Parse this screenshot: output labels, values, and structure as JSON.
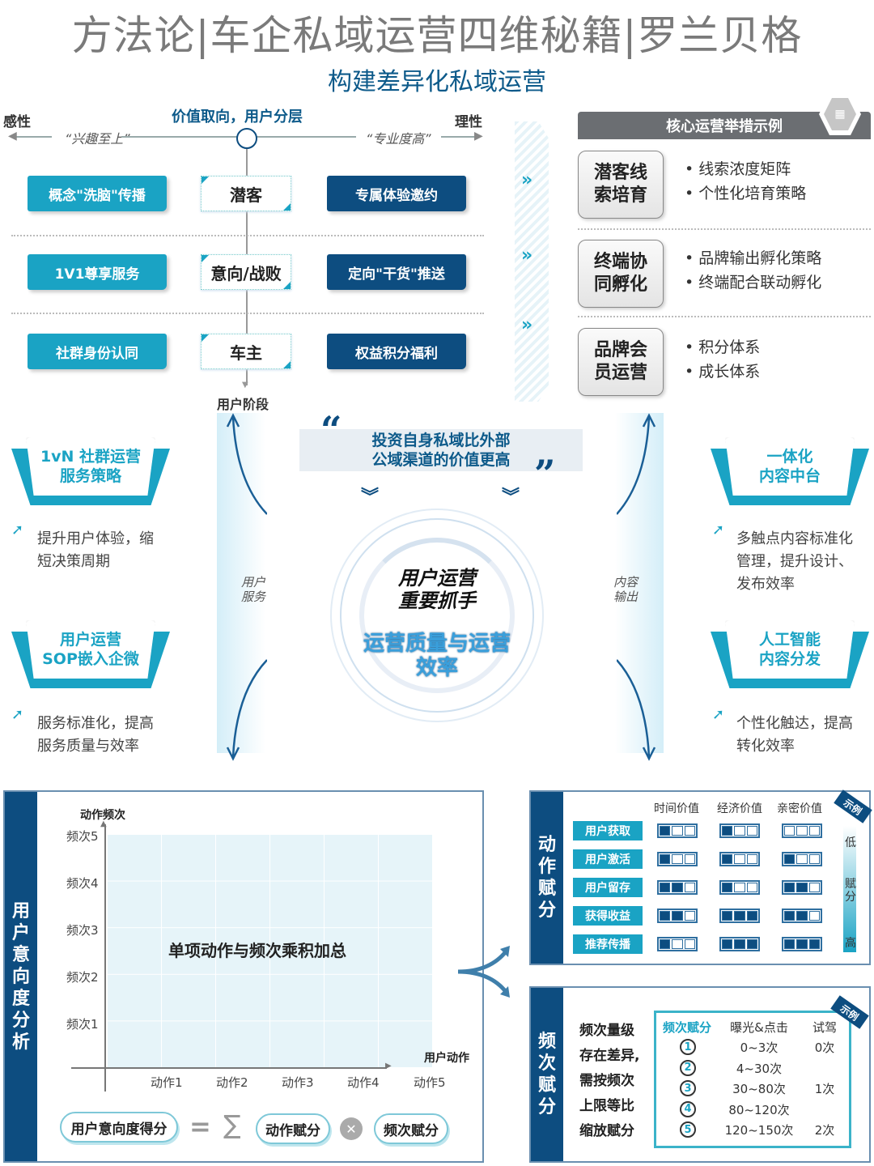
{
  "header": {
    "title": "方法论|车企私域运营四维秘籍|罗兰贝格",
    "subtitle": "构建差异化私域运营"
  },
  "value_axis": {
    "center_label": "价值取向，用户分层",
    "left_label": "感性",
    "right_label": "理性",
    "left_quote": "“兴趣至上”",
    "right_quote": "“专业度高”",
    "bottom_label": "用户阶段"
  },
  "layers": [
    {
      "left": "概念\"洗脑\"传播",
      "stage": "潜客",
      "right": "专属体验邀约"
    },
    {
      "left": "1V1尊享服务",
      "stage": "意向/战败",
      "right": "定向\"干货\"推送"
    },
    {
      "left": "社群身份认同",
      "stage": "车主",
      "right": "权益积分福利"
    }
  ],
  "core_ops": {
    "header": "核心运营举措示例",
    "icon": "org-chart-icon",
    "items": [
      {
        "title": "潜客线索培育",
        "bullets": [
          "线索浓度矩阵",
          "个性化培育策略"
        ]
      },
      {
        "title": "终端协同孵化",
        "bullets": [
          "品牌输出孵化策略",
          "终端配合联动孵化"
        ]
      },
      {
        "title": "品牌会员运营",
        "bullets": [
          "积分体系",
          "成长体系"
        ]
      }
    ],
    "chevron": "»"
  },
  "middle": {
    "quote": "投资自身私域比外部公域渠道的价值更高",
    "quote_line1": "投资自身私域比外部",
    "quote_line2": "公域渠道的价值更高",
    "open_quote": "“",
    "close_quote": "”",
    "circle_main_line1": "用户运营",
    "circle_main_line2": "重要抓手",
    "circle_sub_line1": "运营质量与运营",
    "circle_sub_line2": "效率",
    "left_side_line1": "用户",
    "left_side_line2": "服务",
    "right_side_line1": "内容",
    "right_side_line2": "输出"
  },
  "left_strategies": [
    {
      "title_line1": "1vN 社群运营",
      "title_line2": "服务策略",
      "desc_line1": "提升用户体验，缩",
      "desc_line2": "短决策周期"
    },
    {
      "title_line1": "用户运营",
      "title_line2": "SOP嵌入企微",
      "desc_line1": "服务标准化，提高",
      "desc_line2": "服务质量与效率"
    }
  ],
  "right_strategies": [
    {
      "title_line1": "一体化",
      "title_line2": "内容中台",
      "desc_line1": "多触点内容标准化",
      "desc_line2": "管理，提升设计、",
      "desc_line3": "发布效率"
    },
    {
      "title_line1": "人工智能",
      "title_line2": "内容分发",
      "desc_line1": "个性化触达，提高",
      "desc_line2": "转化效率"
    }
  ],
  "intent_analysis": {
    "side_title": "用户意向度分析",
    "y_axis_title": "动作频次",
    "x_axis_title": "用户动作",
    "y_ticks": [
      "频次5",
      "频次4",
      "频次3",
      "频次2",
      "频次1"
    ],
    "x_ticks": [
      "动作1",
      "动作2",
      "动作3",
      "动作4",
      "动作5"
    ],
    "center_text": "单项动作与频次乘积加总",
    "formula": {
      "result": "用户意向度得分",
      "equals": "=",
      "sum": "∑",
      "term1": "动作赋分",
      "times": "✕",
      "term2": "频次赋分"
    }
  },
  "action_scoring": {
    "side_title": "动作赋分",
    "tag": "示例",
    "columns": [
      "时间价值",
      "经济价值",
      "亲密价值"
    ],
    "scale": {
      "low": "低",
      "mid": "赋分",
      "high": "高"
    },
    "rows": [
      {
        "label": "用户获取",
        "scores": [
          1,
          1,
          0
        ]
      },
      {
        "label": "用户激活",
        "scores": [
          1,
          1,
          1
        ]
      },
      {
        "label": "用户留存",
        "scores": [
          2,
          1,
          2
        ]
      },
      {
        "label": "获得收益",
        "scores": [
          2,
          3,
          2
        ]
      },
      {
        "label": "推荐传播",
        "scores": [
          1,
          3,
          3
        ]
      }
    ],
    "max_score": 3
  },
  "frequency_scoring": {
    "side_title": "频次赋分",
    "tag": "示例",
    "description": [
      "频次量级",
      "存在差异,",
      "需按频次",
      "上限等比",
      "缩放赋分"
    ],
    "columns": [
      "频次赋分",
      "曝光&点击",
      "试驾"
    ],
    "rows": [
      {
        "score": "1",
        "exposure": "0~3次",
        "test_drive": "0次"
      },
      {
        "score": "2",
        "exposure": "4~30次",
        "test_drive": ""
      },
      {
        "score": "3",
        "exposure": "30~80次",
        "test_drive": "1次"
      },
      {
        "score": "4",
        "exposure": "80~120次",
        "test_drive": ""
      },
      {
        "score": "5",
        "exposure": "120~150次",
        "test_drive": "2次"
      }
    ]
  },
  "colors": {
    "teal": "#1aa3c4",
    "navy": "#0d4d80",
    "grey_header": "#6b6e72",
    "title_grey": "#7a7a7a"
  }
}
